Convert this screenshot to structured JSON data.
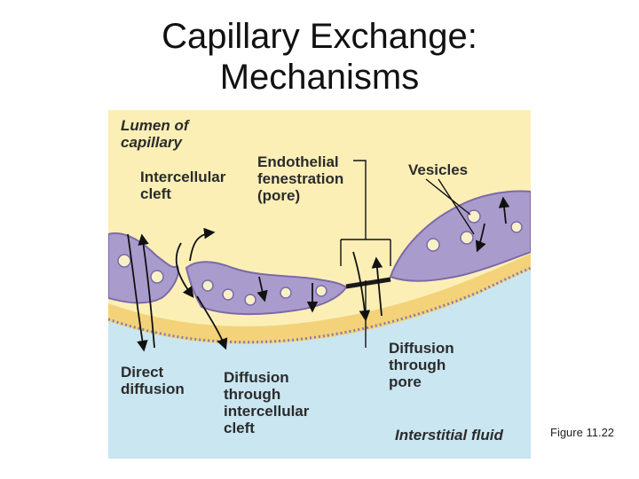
{
  "title": {
    "line1": "Capillary Exchange:",
    "line2": "Mechanisms"
  },
  "figure": {
    "labels": {
      "lumen": "Lumen  of\ncapillary",
      "intercellular_cleft": "Intercellular\ncleft",
      "endothelial_fenestration": "Endothelial\nfenestration\n(pore)",
      "vesicles": "Vesicles",
      "direct_diffusion": "Direct\ndiffusion",
      "diffusion_cleft": "Diffusion\nthrough\nintercellular\ncleft",
      "diffusion_pore": "Diffusion\nthrough\npore",
      "interstitial_fluid": "Interstitial  fluid"
    },
    "colors": {
      "lumen": "#fbefb6",
      "interstitial": "#c9e6f1",
      "basement_membrane": "#f3d27a",
      "endothelium": "#a99ccd",
      "endothelium_dark": "#7c6aa8",
      "vesicle": "#f8f1c8"
    }
  },
  "caption": "Figure 11.22"
}
